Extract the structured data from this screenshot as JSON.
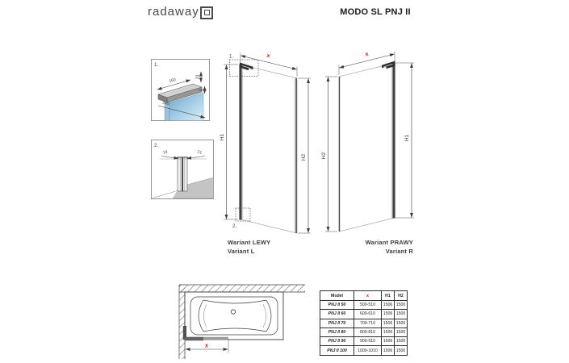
{
  "header": {
    "logo_text": "radaway",
    "title": "MODO SL PNJ II"
  },
  "details": {
    "d1": {
      "label": "1.",
      "dim_length": "160",
      "dim_depth": "240",
      "dim_height": "23",
      "dim_gap": "6"
    },
    "d2": {
      "label": "2.",
      "dim_left": "14",
      "dim_right": "21"
    }
  },
  "variant_left": {
    "x_label": "x",
    "left_dim": "H1",
    "right_dim": "H2",
    "ref1": "1.",
    "ref2": "2.",
    "caption_line1": "Wariant LEWY",
    "caption_line2": "Variant L"
  },
  "variant_right": {
    "x_label": "x",
    "left_dim": "H2",
    "right_dim": "H1",
    "caption_line1": "Wariant PRAWY",
    "caption_line2": "Variant R"
  },
  "bathtub": {
    "x_label": "x"
  },
  "table": {
    "headers": [
      "Model",
      "x",
      "H1",
      "H2"
    ],
    "rows": [
      {
        "model": "PNJ II 50",
        "x": "500-510",
        "h1": "1506",
        "h2": "1500"
      },
      {
        "model": "PNJ II 60",
        "x": "600-610",
        "h1": "1506",
        "h2": "1500"
      },
      {
        "model": "PNJ II 70",
        "x": "700-710",
        "h1": "1506",
        "h2": "1500"
      },
      {
        "model": "PNJ II 80",
        "x": "800-810",
        "h1": "1506",
        "h2": "1500"
      },
      {
        "model": "PNJ II 90",
        "x": "900-910",
        "h1": "1506",
        "h2": "1500"
      },
      {
        "model": "PNJ II 100",
        "x": "1000-1010",
        "h1": "1506",
        "h2": "1500"
      }
    ]
  },
  "colors": {
    "accent": "#e30613",
    "line": "#3c3c3b"
  }
}
